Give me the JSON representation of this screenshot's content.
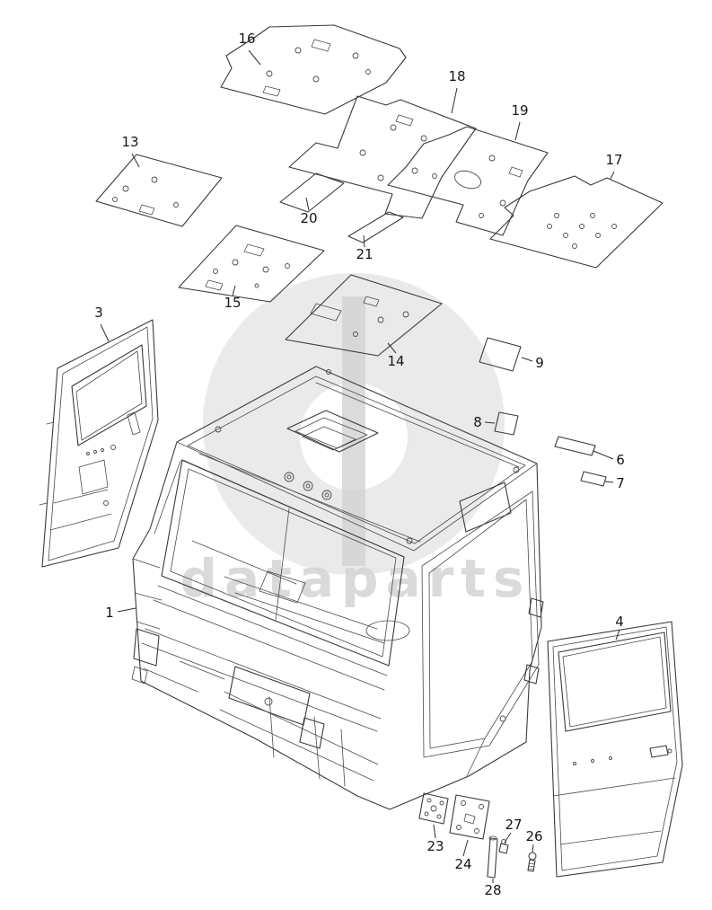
{
  "watermark": {
    "text": "dataparts",
    "color": "#d9d9d9"
  },
  "style": {
    "line_color": "#3a3a3a",
    "label_color": "#161616",
    "background": "#ffffff"
  },
  "parts": {
    "n1": "1",
    "n3": "3",
    "n4": "4",
    "n6": "6",
    "n7": "7",
    "n8": "8",
    "n9": "9",
    "n13": "13",
    "n14": "14",
    "n15": "15",
    "n16": "16",
    "n17": "17",
    "n18": "18",
    "n19": "19",
    "n20": "20",
    "n21": "21",
    "n23": "23",
    "n24": "24",
    "n26": "26",
    "n27": "27",
    "n28": "28"
  }
}
